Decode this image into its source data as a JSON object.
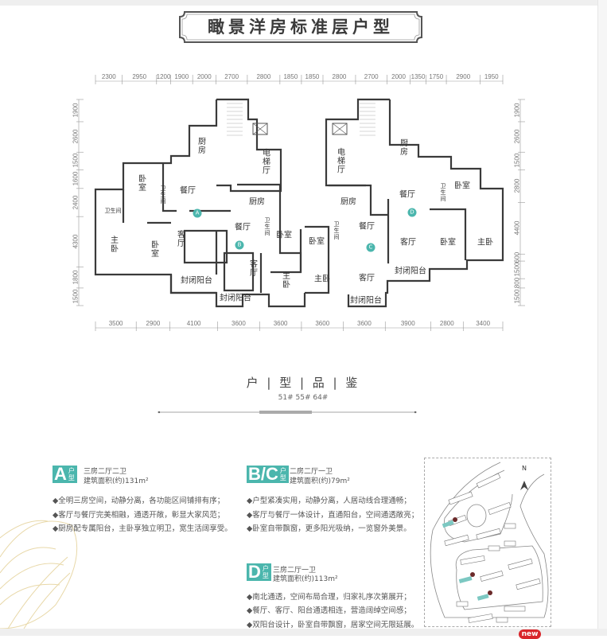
{
  "title": "瞰景洋房标准层户型",
  "dimensions": {
    "top": [
      "2300",
      "2950",
      "1200",
      "1900",
      "2000",
      "2700",
      "2800",
      "1850",
      "1850",
      "2800",
      "2700",
      "2000",
      "1350",
      "1750",
      "2900",
      "1950"
    ],
    "bottom": [
      "3500",
      "2900",
      "4100",
      "3600",
      "3600",
      "3600",
      "3600",
      "3900",
      "2800",
      "3400"
    ],
    "left": [
      "1900",
      "2600",
      "1500",
      "1600",
      "2400",
      "4300",
      "1800",
      "1500"
    ],
    "right": [
      "1900",
      "2600",
      "1500",
      "2800",
      "4400",
      "600",
      "1500",
      "800",
      "1500"
    ]
  },
  "rooms": {
    "a_kitchen": "厨房",
    "a_elevator": "电梯厅",
    "a_bed_top": "卧室",
    "a_bath1": "卫生间",
    "a_dining": "餐厅",
    "a_bath2": "卫生间",
    "a_master": "主卧",
    "a_bed": "卧室",
    "a_living": "客厅",
    "a_balcony": "封闭阳台",
    "b_kitchen": "厨房",
    "b_dining": "餐厅",
    "b_bath": "卫生间",
    "b_bed": "卧室",
    "b_living": "客厅",
    "b_master": "主卧",
    "b_balcony": "封闭阳台",
    "c_elevator": "电梯厅",
    "d_kitchen": "厨房",
    "c_kitchen": "厨房",
    "d_dining": "餐厅",
    "d_bed_top": "卧室",
    "d_bath": "卫生间",
    "c_dining": "餐厅",
    "c_bath": "卫生间",
    "c_bed": "卧室",
    "d_living": "客厅",
    "d_bed": "卧室",
    "d_master": "主卧",
    "c_master": "主卧",
    "c_living": "客厅",
    "d_balcony": "封闭阳台",
    "c_balcony": "封闭阳台"
  },
  "markers": {
    "a": "A",
    "b": "B",
    "c": "C",
    "d": "D"
  },
  "section": {
    "title": "户 | 型 | 品 | 鉴",
    "buildings": "51# 55# 64#"
  },
  "units": [
    {
      "badge": "A",
      "badge_sub": "户型",
      "name": "三房二厅二卫",
      "area": "建筑面积(约)131m²",
      "bullets": [
        "◆全明三房空间，动静分离，各功能区间铺排有序；",
        "◆客厅与餐厅完美相融，通透开敞，彰显大家风范；",
        "◆厨房配专属阳台，主卧享独立明卫，宽生活阔享受。"
      ]
    },
    {
      "badge": "B/C",
      "badge_sub": "户型",
      "name": "二房二厅一卫",
      "area": "建筑面积(约)79m²",
      "bullets": [
        "◆户型紧凑实用，动静分离，人居动线合理通畅；",
        "◆客厅与餐厅一体设计，直通阳台，空间通透敞亮；",
        "◆卧室自带飘窗，更多阳光吸纳，一览窗外美景。"
      ]
    },
    {
      "badge": "D",
      "badge_sub": "户型",
      "name": "三房二厅一卫",
      "area": "建筑面积(约)113m²",
      "bullets": [
        "◆南北通透，空间布局合理，归家礼序次第展开；",
        "◆餐厅、客厅、阳台通透相连，营造阔绰空间感；",
        "◆双阳台设计，卧室自带飘窗，居家空间无限延展。"
      ]
    }
  ],
  "sitemap": {
    "north": "N"
  },
  "colors": {
    "accent": "#4bb6ad",
    "highlight": "#7cc8c2",
    "marker_dark": "#6b2a2a"
  },
  "new_badge": "new"
}
